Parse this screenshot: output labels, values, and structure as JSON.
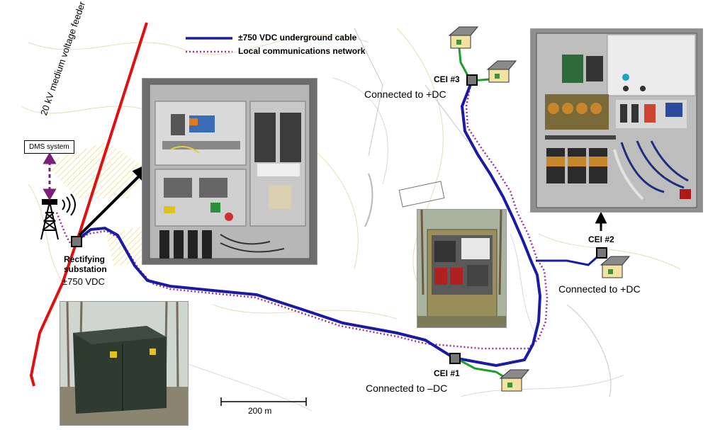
{
  "legend": {
    "cable_label": "±750 VDC underground cable",
    "comm_label": "Local communications network"
  },
  "feeder_label": "20 kV medium voltage feeder",
  "dms_label": "DMS system",
  "substation": {
    "name": "Rectifying substation",
    "voltage": "±750 VDC"
  },
  "cei": [
    {
      "id": "CEI #1",
      "connection": "Connected to –DC"
    },
    {
      "id": "CEI #2",
      "connection": "Connected to +DC"
    },
    {
      "id": "CEI #3",
      "connection": "Connected to +DC"
    }
  ],
  "scale_label": "200 m",
  "colors": {
    "cable": "#1a1aa6",
    "comm": "#9b2f9b",
    "feeder": "#e01010",
    "service": "#1e9e2a"
  }
}
